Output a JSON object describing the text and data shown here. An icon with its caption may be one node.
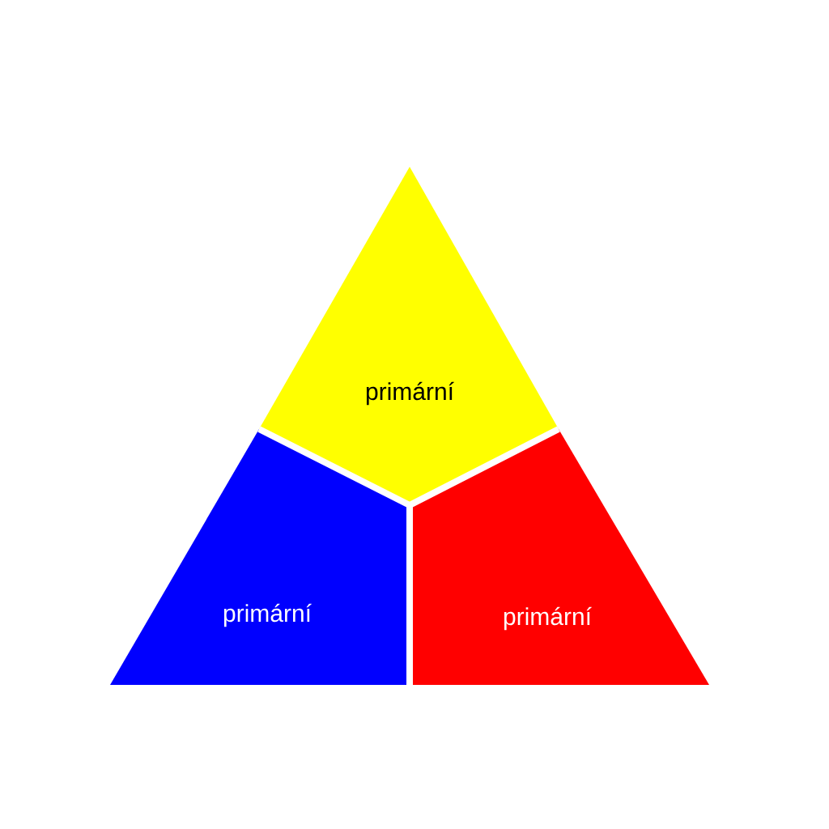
{
  "diagram": {
    "nodes": [
      {
        "text": [
          "primární"
        ]
      },
      {
        "text": [
          "primární"
        ]
      },
      {
        "text": [
          "primární"
        ]
      }
    ]
  }
}
